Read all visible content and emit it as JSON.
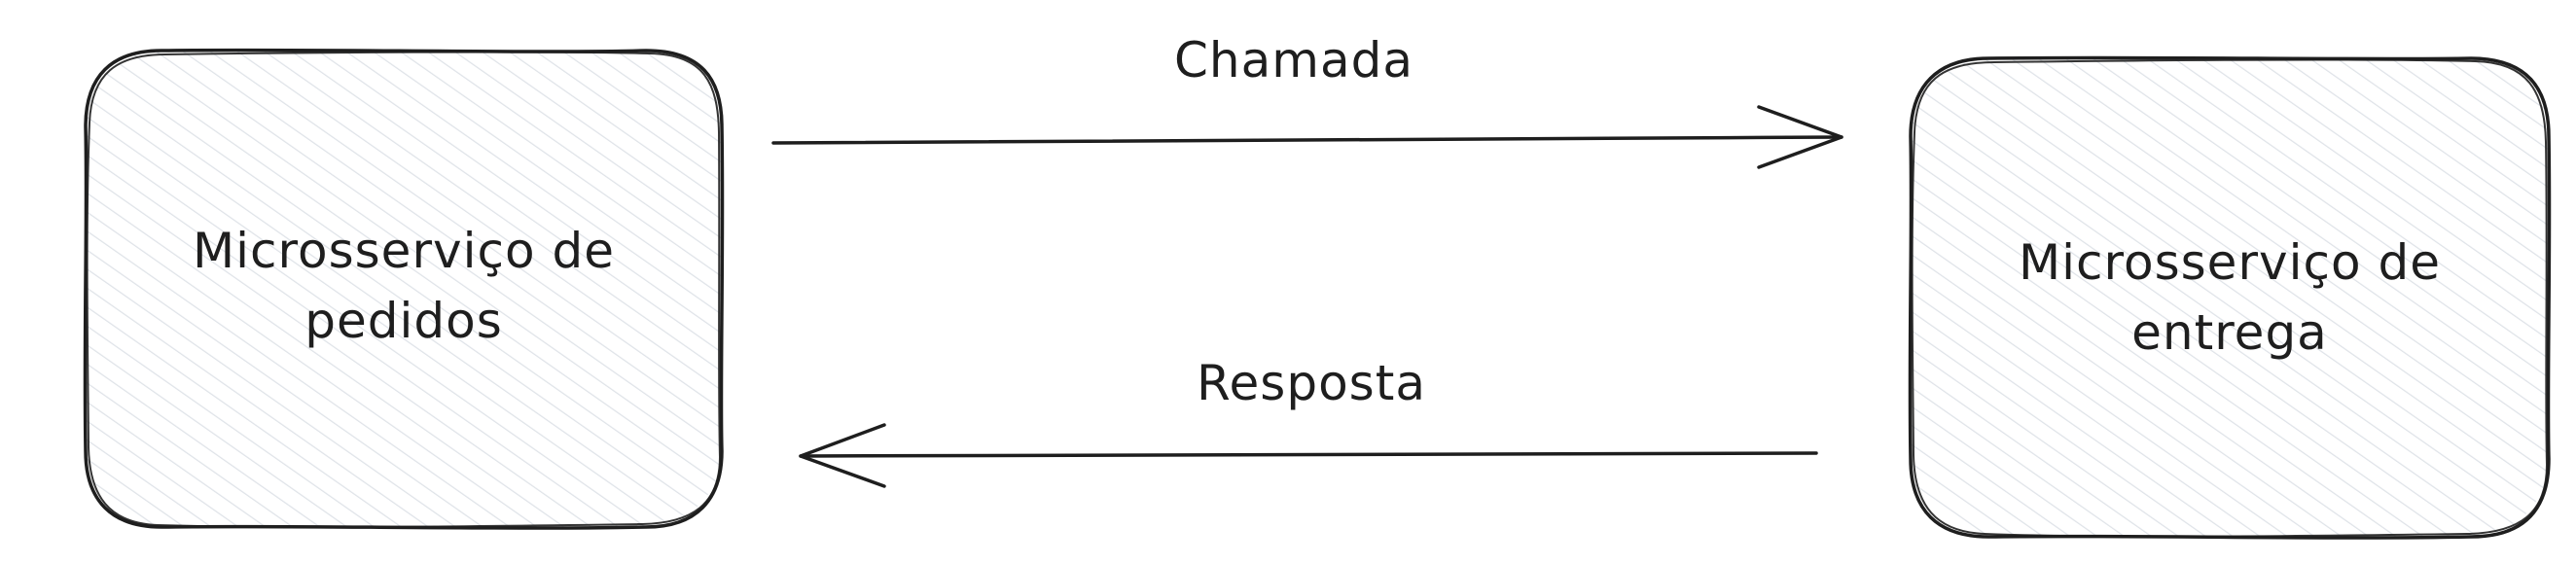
{
  "diagram": {
    "nodes": [
      {
        "id": "orders",
        "label_line1": "Microsserviço de",
        "label_line2": "pedidos",
        "shape": "rounded-rectangle",
        "fill": "hachure",
        "hachure_color": "#dfe3e8",
        "stroke_color": "#1e1e1e"
      },
      {
        "id": "delivery",
        "label_line1": "Microsserviço de",
        "label_line2": "entrega",
        "shape": "rounded-rectangle",
        "fill": "hachure",
        "hachure_color": "#dfe3e8",
        "stroke_color": "#1e1e1e"
      }
    ],
    "edges": [
      {
        "from": "orders",
        "to": "delivery",
        "label": "Chamada",
        "direction": "right"
      },
      {
        "from": "delivery",
        "to": "orders",
        "label": "Resposta",
        "direction": "left"
      }
    ],
    "colors": {
      "background": "#ffffff",
      "stroke": "#1e1e1e",
      "hachure": "#dfe3e8",
      "text": "#1e1e1e"
    }
  }
}
